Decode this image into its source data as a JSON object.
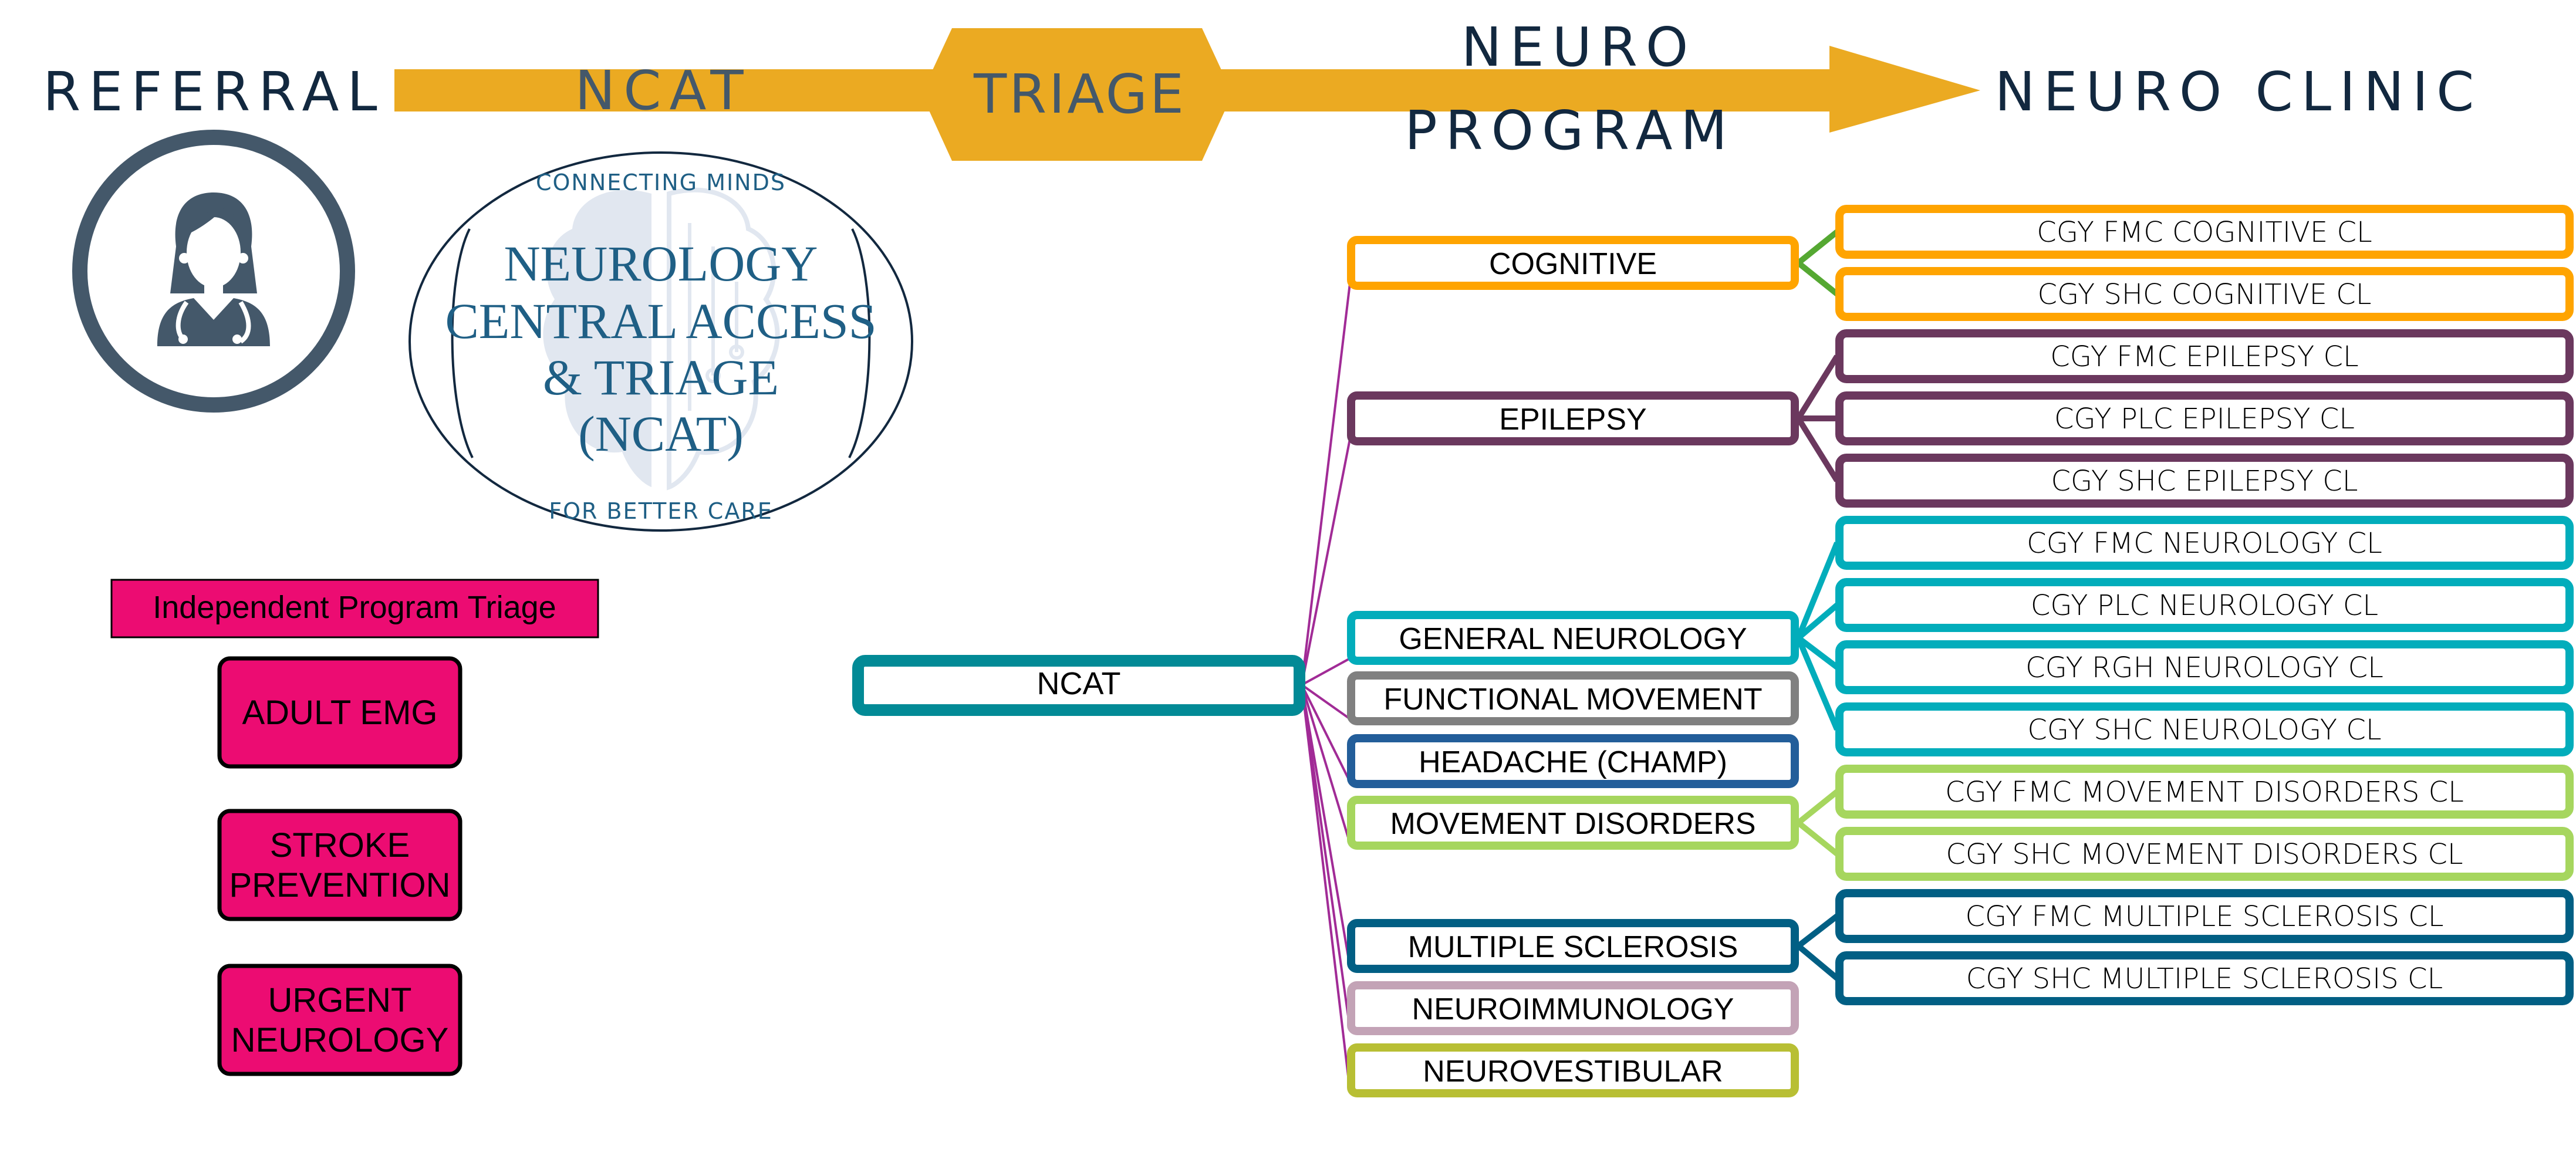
{
  "header": {
    "referral": "REFERRAL",
    "ncat": "NCAT",
    "triage": "TRIAGE",
    "neuro_program_line1": "NEURO",
    "neuro_program_line2": "PROGRAM",
    "neuro_clinic": "NEURO CLINIC"
  },
  "icons": {
    "referral": "doctor-icon",
    "logo_brain": "brain-circuit-icon"
  },
  "logo": {
    "top": "CONNECTING MINDS",
    "lines": [
      "NEUROLOGY",
      "CENTRAL ACCESS",
      "& TRIAGE",
      "(NCAT)"
    ],
    "bottom": "FOR BETTER CARE"
  },
  "independent": {
    "title": "Independent Program Triage",
    "items": [
      {
        "lines": [
          "ADULT EMG"
        ]
      },
      {
        "lines": [
          "STROKE",
          "PREVENTION"
        ]
      },
      {
        "lines": [
          "URGENT",
          "NEUROLOGY"
        ]
      }
    ]
  },
  "ncat_box": "NCAT",
  "colors": {
    "arrow": "#EBAA22",
    "header_text": "#12283F",
    "header_text_muted": "#44586A",
    "magenta": "#EC0C72",
    "connector": "#A12B96",
    "ncat_border": "#028A96",
    "logo_text": "#1F5F85"
  },
  "programs": [
    {
      "label": "COGNITIVE",
      "color": "#FFA400",
      "link_color": "#55A832",
      "clinics": [
        "CGY FMC COGNITIVE CL",
        "CGY SHC COGNITIVE CL"
      ]
    },
    {
      "label": "EPILEPSY",
      "color": "#6B385E",
      "link_color": "#6B385E",
      "clinics": [
        "CGY FMC EPILEPSY CL",
        "CGY PLC EPILEPSY CL",
        "CGY SHC EPILEPSY CL"
      ]
    },
    {
      "label": "GENERAL NEUROLOGY",
      "color": "#02ADBB",
      "link_color": "#02ADBB",
      "clinics": [
        "CGY FMC NEUROLOGY CL",
        "CGY PLC NEUROLOGY CL",
        "CGY RGH NEUROLOGY CL",
        "CGY SHC NEUROLOGY CL"
      ]
    },
    {
      "label": "FUNCTIONAL MOVEMENT",
      "color": "#808080",
      "link_color": "#808080",
      "clinics": []
    },
    {
      "label": "HEADACHE (CHAMP)",
      "color": "#235E9A",
      "link_color": "#235E9A",
      "clinics": []
    },
    {
      "label": "MOVEMENT DISORDERS",
      "color": "#A6D65E",
      "link_color": "#A6D65E",
      "clinics": [
        "CGY FMC MOVEMENT DISORDERS CL",
        "CGY SHC MOVEMENT DISORDERS CL"
      ]
    },
    {
      "label": "MULTIPLE SCLEROSIS",
      "color": "#015F84",
      "link_color": "#015F84",
      "clinics": [
        "CGY FMC MULTIPLE SCLEROSIS CL",
        "CGY SHC MULTIPLE SCLEROSIS CL"
      ]
    },
    {
      "label": "NEUROIMMUNOLOGY",
      "color": "#C3A3B6",
      "link_color": "#C3A3B6",
      "clinics": []
    },
    {
      "label": "NEUROVESTIBULAR",
      "color": "#B8BF34",
      "link_color": "#B8BF34",
      "clinics": []
    }
  ]
}
